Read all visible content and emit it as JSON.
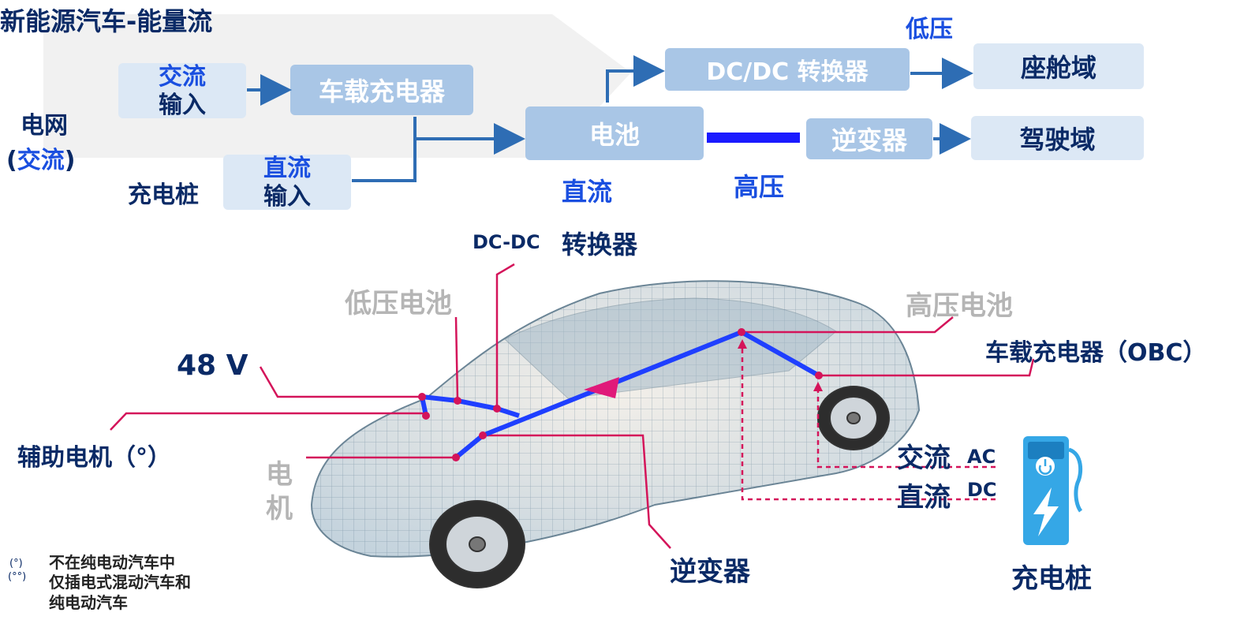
{
  "title": "新能源汽车-能量流",
  "flow": {
    "grid_label_1": "电网",
    "grid_label_open": "(",
    "grid_label_ac": "交流",
    "grid_label_close": ")",
    "charger_pile": "充电桩",
    "ac_input_1": "交流",
    "ac_input_2": "输入",
    "dc_input_1": "直流",
    "dc_input_2": "输入",
    "onboard_charger": "车载充电器",
    "battery": "电池",
    "battery_dc": "直流",
    "dcdc": "DC/DC 转换器",
    "low_voltage": "低压",
    "inverter": "逆变器",
    "high_voltage": "高压",
    "cockpit": "座舱域",
    "driving": "驾驶域"
  },
  "car": {
    "dcdc_prefix": "DC-DC",
    "converter": "转换器",
    "lv_battery": "低压电池",
    "hv_battery": "高压电池",
    "v48": "48 V",
    "obc": "车载充电器（OBC）",
    "aux_motor": "辅助电机（°）",
    "motor_1": "电",
    "motor_2": "机",
    "ac": "交流",
    "ac_en": "AC",
    "dc": "直流",
    "dc_en": "DC",
    "inverter": "逆变器",
    "charging_pile": "充电桩"
  },
  "notes": {
    "sym1": "(°)",
    "sym2": "(°°)",
    "note1": "不在纯电动汽车中",
    "note2a": "仅插电式混动汽车和",
    "note2b": "纯电动汽车"
  },
  "colors": {
    "navy": "#0a2a66",
    "blue": "#1a4fe0",
    "box": "#a9c6e6",
    "pale_box": "#dce8f5",
    "arrow": "#2e6db4",
    "wire": "#1f3fff",
    "marker": "#d4145a"
  }
}
